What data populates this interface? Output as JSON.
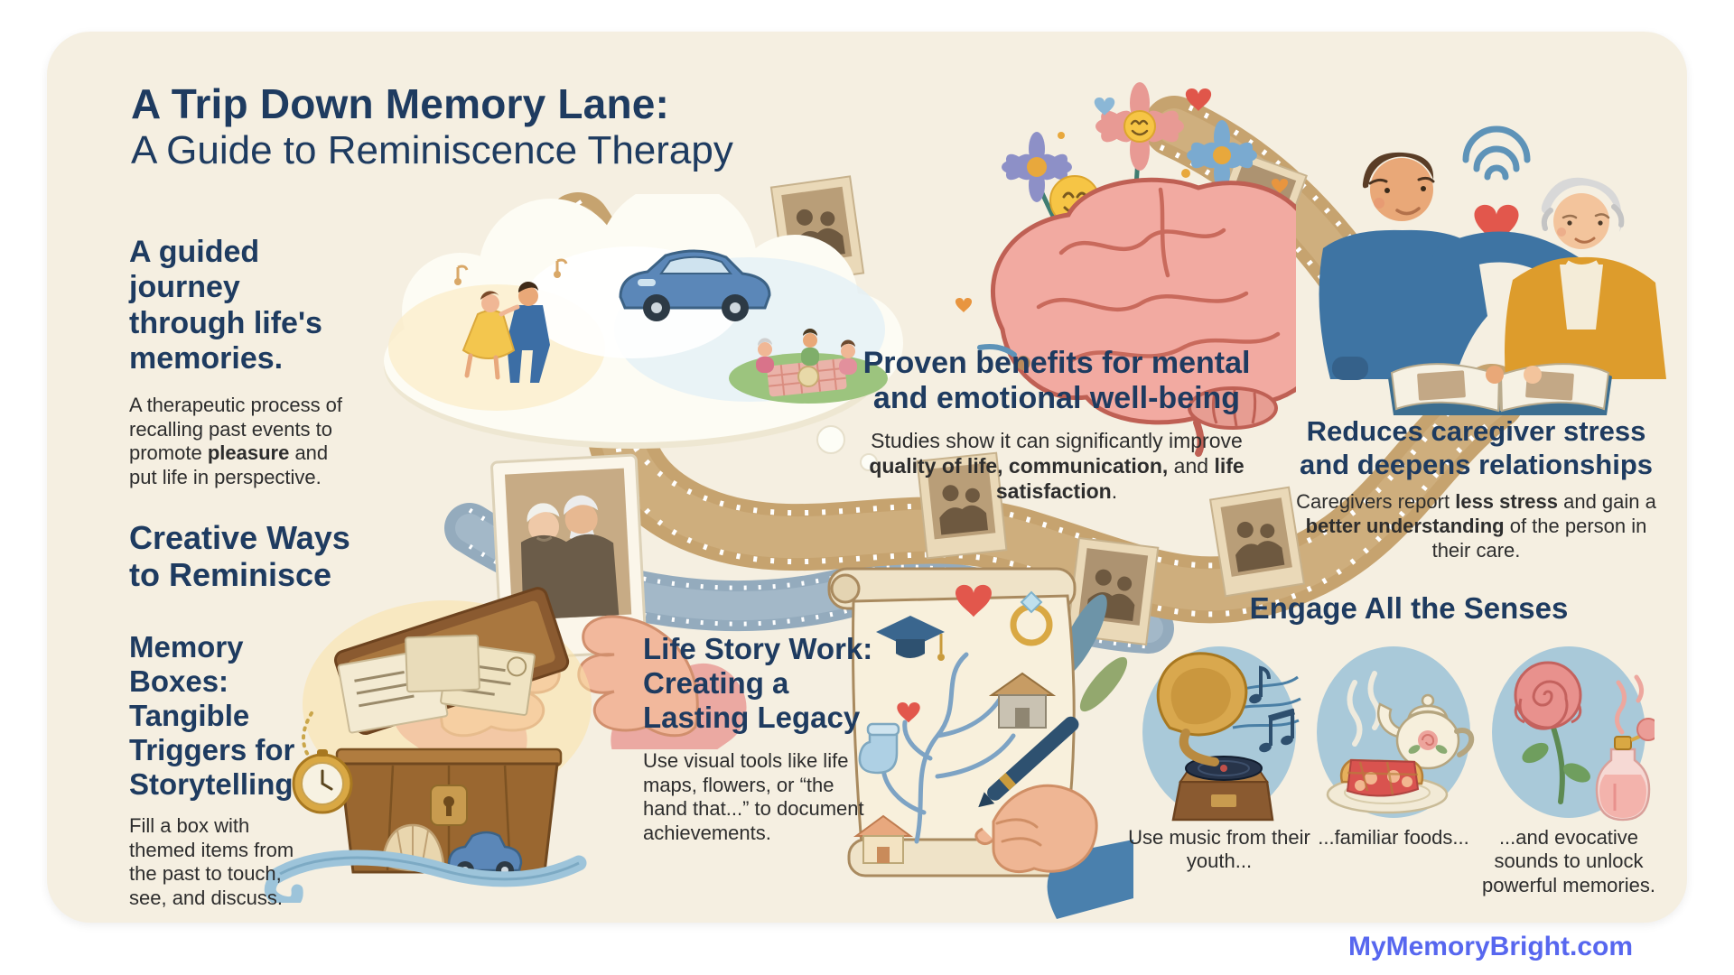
{
  "page": {
    "panel_bg": "#f5efe1",
    "heading_color": "#1e3b60",
    "body_color": "#2d2d2d",
    "footer_color": "#5767ef",
    "film_tan": "#c6a36f",
    "film_blue": "#94abbd",
    "sense_circle_blue": "#a9c9d9"
  },
  "header": {
    "title_line1": "A Trip Down Memory Lane:",
    "title_line2": "A Guide to Reminiscence Therapy"
  },
  "sections": {
    "guided_journey": {
      "heading": "A guided journey through life's memories.",
      "p1": "A therapeutic process of recalling past events to promote ",
      "b1": "pleasure",
      "p2": " and put life in perspective."
    },
    "benefits": {
      "heading": "Proven benefits for mental and emotional well-being",
      "p1": "Studies show it can significantly improve ",
      "b1": "quality of life, communication,",
      "p2": " and ",
      "b2": "life satisfaction",
      "p3": "."
    },
    "caregiver": {
      "heading": "Reduces caregiver stress and deepens relationships",
      "p1": "Caregivers report ",
      "b1": "less stress",
      "p2": " and gain a ",
      "b2": "better understanding",
      "p3": " of the person in their care."
    },
    "creative": {
      "heading": "Creative Ways to Reminisce"
    },
    "memory_boxes": {
      "heading": "Memory Boxes: Tangible Triggers for Storytelling",
      "body": "Fill a box with themed items from the past to touch, see, and discuss."
    },
    "life_story": {
      "heading": "Life Story Work: Creating a Lasting Legacy",
      "body": "Use visual tools like life maps, flowers, or “the hand that...” to document achievements."
    },
    "senses": {
      "heading": "Engage All the Senses",
      "items": [
        {
          "icon": "gramophone-music-icon",
          "caption": "Use music from their youth..."
        },
        {
          "icon": "pie-and-teapot-icon",
          "caption": "...familiar foods..."
        },
        {
          "icon": "rose-and-perfume-icon",
          "caption": "...and evocative sounds to unlock powerful memories."
        }
      ]
    }
  },
  "footer": {
    "site": "MyMemoryBright.com"
  }
}
